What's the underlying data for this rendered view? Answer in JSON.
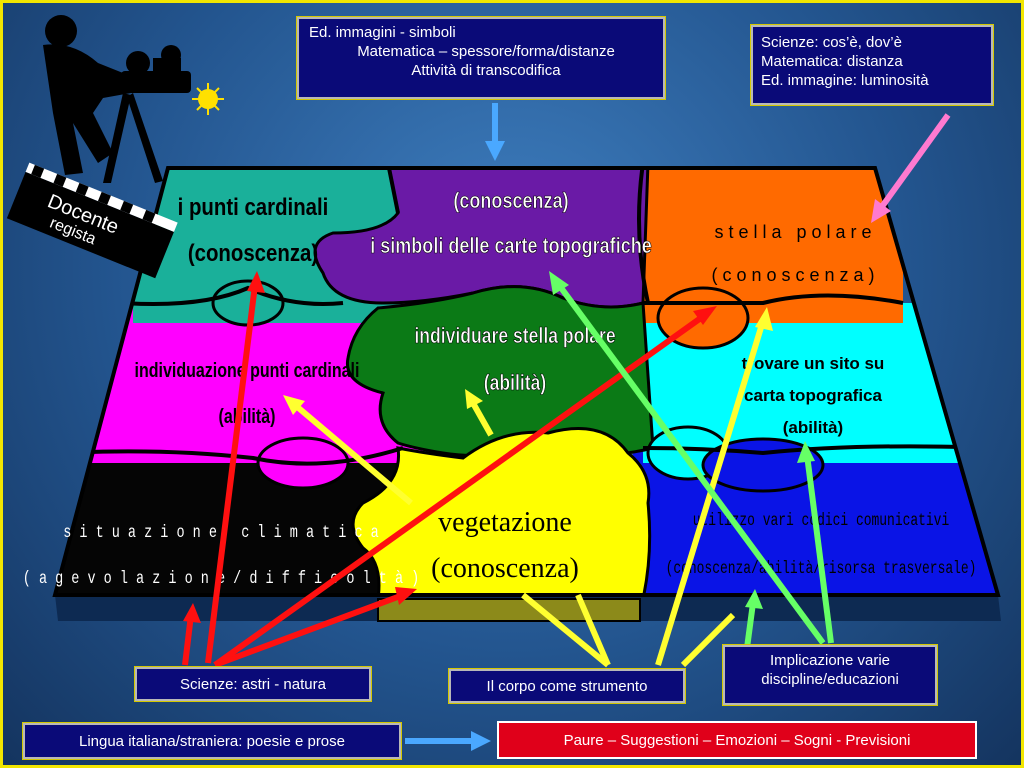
{
  "top_boxes": {
    "center": [
      "Ed. immagini - simboli",
      "Matematica – spessore/forma/distanze",
      "Attività di transcodifica"
    ],
    "right": [
      "Scienze: cos’è, dov’è",
      "Matematica: distanza",
      "Ed. immagine: luminosità"
    ]
  },
  "docente": {
    "line1": "Docente",
    "line2": "regista"
  },
  "puzzle": {
    "teal": {
      "line1": "i punti cardinali",
      "line2": "(conoscenza)"
    },
    "purple": {
      "line1": "(conoscenza)",
      "line2": "i simboli delle carte topografiche"
    },
    "orange": {
      "line1": "s t e l l a   p o l a r e",
      "line2": "( c o n o s c e n z a )"
    },
    "magenta": {
      "line1": "individuazione punti cardinali",
      "line2": "(abilità)"
    },
    "green": {
      "line1": "individuare stella polare",
      "line2": "(abilità)"
    },
    "cyan": {
      "line1": "trovare un sito su",
      "line2": "carta topografica",
      "line3": "(abilità)"
    },
    "black": {
      "line1": "s i t u a z i o n e   c l i m a t i c a",
      "line2": "( a g e v o l a z i o n e / d i f f i c o l t à )"
    },
    "yellow": {
      "line1": "vegetazione",
      "line2": "(conoscenza)"
    },
    "blue": {
      "line1": "utilizzo vari codici comunicativi",
      "line2": "(conoscenza/abilità/risorsa trasversale)"
    }
  },
  "bottom_boxes": {
    "scienze": "Scienze: astri - natura",
    "corpo": "Il corpo come strumento",
    "implicazione": [
      "Implicazione varie",
      "discipline/educazioni"
    ],
    "lingua": "Lingua italiana/straniera:  poesie e prose",
    "paure": "Paure – Suggestioni – Emozioni – Sogni - Previsioni"
  },
  "colors": {
    "teal": "#1ab09a",
    "purple": "#6a1aa6",
    "orange": "#ff6a00",
    "magenta": "#ff00ff",
    "green": "#0b7a16",
    "cyan": "#00ffff",
    "black": "#050505",
    "yellow": "#ffff00",
    "blue": "#0a14e6",
    "navy": "#0a0a78",
    "red": "#e0001a"
  }
}
